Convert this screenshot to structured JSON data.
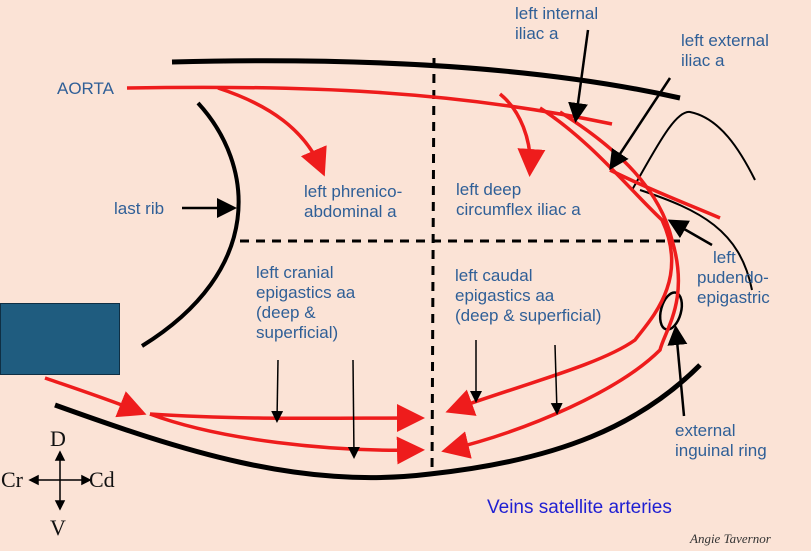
{
  "labels": {
    "aorta": "AORTA",
    "last_rib": "last rib",
    "left_internal_iliac": [
      "left internal",
      "iliac a"
    ],
    "left_external_iliac": [
      "left external",
      "iliac a"
    ],
    "left_phrenico_abdominal": [
      "left phrenico-",
      "abdominal a"
    ],
    "left_deep_circumflex_iliac": [
      "left deep",
      "circumflex iliac a"
    ],
    "left_pudendo_epigastric": [
      "left",
      "pudendo-",
      "epigastric"
    ],
    "left_cranial_epigastrics": [
      "left cranial",
      "epigastics aa",
      "(deep &",
      "superficial)"
    ],
    "left_caudal_epigastrics": [
      "left caudal",
      "epigastics aa",
      "(deep & superficial)"
    ],
    "external_inguinal_ring": [
      "external",
      "inguinal ring"
    ],
    "veins_note": "Veins satellite arteries",
    "author": "Angie Tavernor"
  },
  "compass": {
    "dorsal": "D",
    "ventral": "V",
    "cranial": "Cr",
    "caudal": "Cd"
  },
  "colors": {
    "background": "#fbe3d6",
    "artery": "#ee1c1c",
    "label": "#2f5f97",
    "note": "#1f1fd2",
    "block": "#1f5c7f"
  }
}
